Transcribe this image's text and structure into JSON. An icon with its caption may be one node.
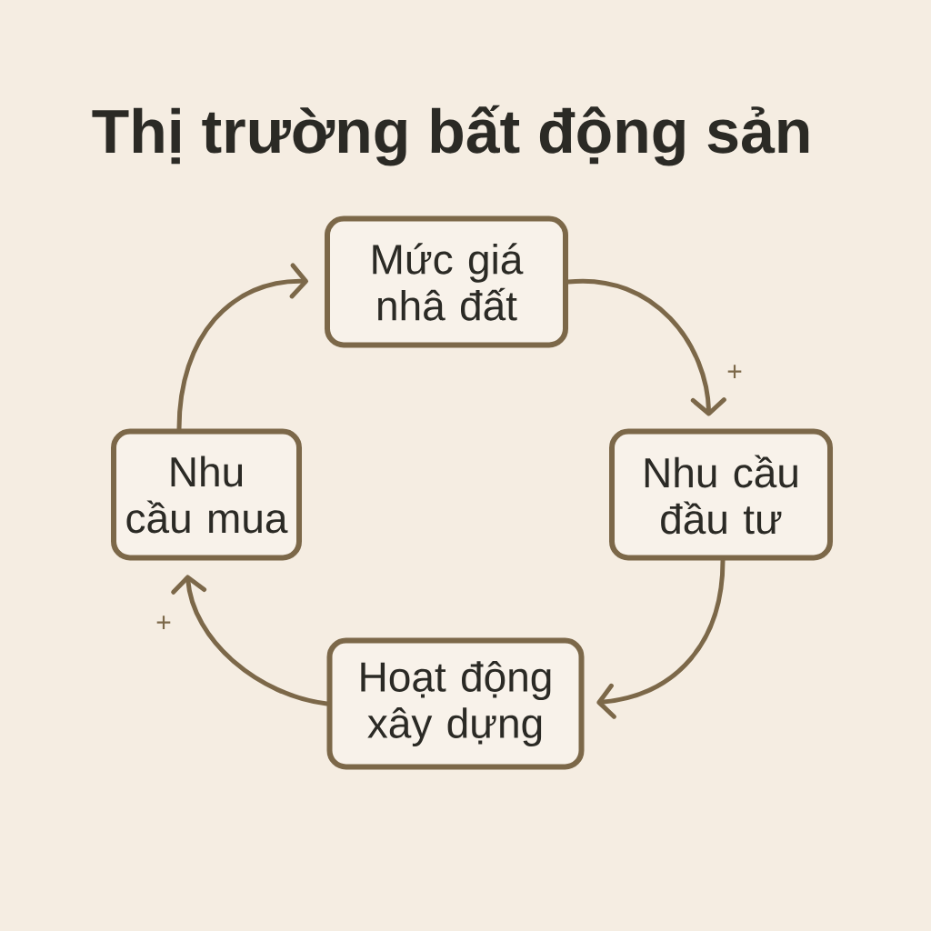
{
  "diagram": {
    "title": "Thị trường bất động sản",
    "nodes": [
      {
        "text": [
          "Mức giá nhâ đất"
        ]
      },
      {
        "text": [
          "Nhu cầu đầu tư"
        ]
      },
      {
        "text": [
          "Hoạt động xây dựng"
        ]
      },
      {
        "text": [
          "Nhu cầu mua"
        ]
      }
    ],
    "edges": [
      {
        "from": 0,
        "to": 1,
        "arrow": "to",
        "label": "+"
      },
      {
        "from": 1,
        "to": 2,
        "arrow": "to"
      },
      {
        "from": 2,
        "to": 3,
        "arrow": "to",
        "label": "+"
      },
      {
        "from": 3,
        "to": 0,
        "arrow": "to"
      }
    ]
  }
}
